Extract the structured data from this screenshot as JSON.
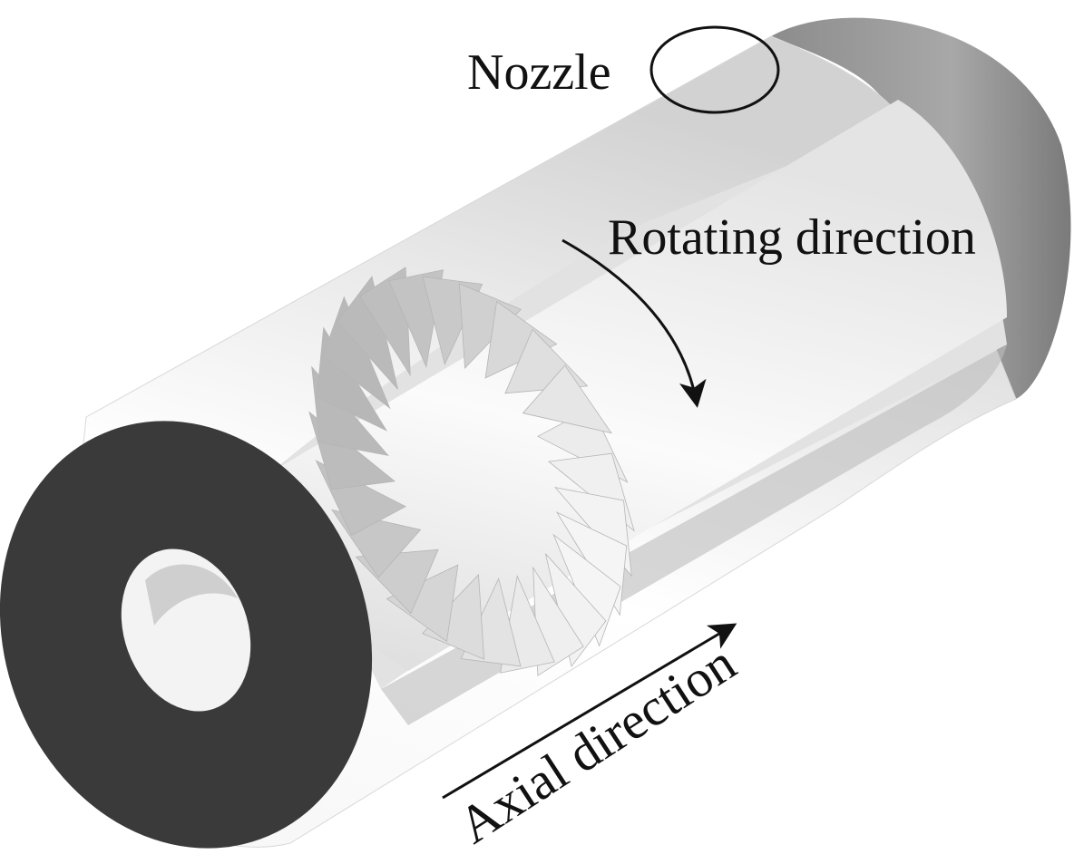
{
  "labels": {
    "nozzle": "Nozzle",
    "rotating": "Rotating direction",
    "axial": "Axial direction"
  },
  "colors": {
    "end_face": "#3a3a3a",
    "outer_surface": "#eeeeee",
    "annulus_shade": "#9a9a9a",
    "blade_light": "#e6e6e6",
    "blade_dark": "#a8a8a8",
    "ink": "#111111"
  },
  "blade_count": 26
}
